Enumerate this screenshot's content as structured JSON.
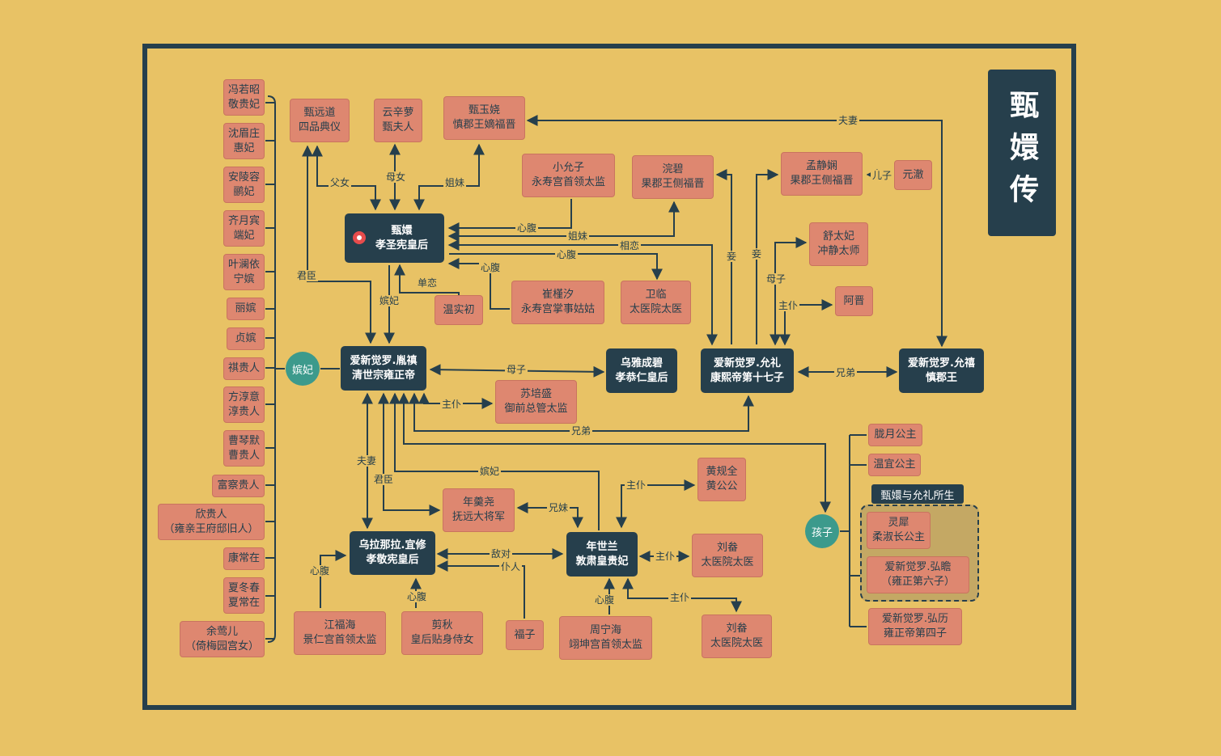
{
  "title": "甄嬛传",
  "colors": {
    "background": "#e8c265",
    "dark": "#263f4c",
    "pink": "#de8770",
    "teal": "#3c9a8c",
    "group": "#c4a864"
  },
  "hubs": {
    "concubines": "嫔妃",
    "children": "孩子"
  },
  "children_group": {
    "title": "甄嬛与允礼所生"
  },
  "concubines": [
    {
      "name": "冯若昭",
      "title": "敬贵妃"
    },
    {
      "name": "沈眉庄",
      "title": "惠妃"
    },
    {
      "name": "安陵容",
      "title": "鹂妃"
    },
    {
      "name": "齐月宾",
      "title": "端妃"
    },
    {
      "name": "叶澜依",
      "title": "宁嫔"
    },
    {
      "name": "丽嫔",
      "title": ""
    },
    {
      "name": "贞嫔",
      "title": ""
    },
    {
      "name": "祺贵人",
      "title": ""
    },
    {
      "name": "方淳意",
      "title": "淳贵人"
    },
    {
      "name": "曹琴默",
      "title": "曹贵人"
    },
    {
      "name": "富察贵人",
      "title": ""
    },
    {
      "name": "欣贵人",
      "title": "（雍亲王府邸旧人）"
    },
    {
      "name": "康常在",
      "title": ""
    },
    {
      "name": "夏冬春",
      "title": "夏常在"
    },
    {
      "name": "余莺儿",
      "title": "（倚梅园宫女）"
    }
  ],
  "people": {
    "zhenyuandao": {
      "name": "甄远道",
      "title": "四品典仪"
    },
    "yunxinluo": {
      "name": "云辛萝",
      "title": "甄夫人"
    },
    "zhenyurao": {
      "name": "甄玉娆",
      "title": "慎郡王嫡福晋"
    },
    "xiaoyunzi": {
      "name": "小允子",
      "title": "永寿宫首领太监"
    },
    "huanbi": {
      "name": "浣碧",
      "title": "果郡王侧福晋"
    },
    "mengjingxian": {
      "name": "孟静娴",
      "title": "果郡王侧福晋"
    },
    "yuanche": {
      "name": "元澈",
      "title": ""
    },
    "zhenhuan": {
      "name": "甄嬛",
      "title": "孝圣宪皇后"
    },
    "shutaifei": {
      "name": "舒太妃",
      "title": "冲静太师"
    },
    "ajin": {
      "name": "阿晋",
      "title": ""
    },
    "wenshichu": {
      "name": "温实初",
      "title": ""
    },
    "cuijinxi": {
      "name": "崔槿汐",
      "title": "永寿宫掌事姑姑"
    },
    "weilin": {
      "name": "卫临",
      "title": "太医院太医"
    },
    "yinzhen": {
      "name": "爱新觉罗.胤禛",
      "title": "清世宗雍正帝"
    },
    "wuyachengbi": {
      "name": "乌雅成碧",
      "title": "孝恭仁皇后"
    },
    "yunli": {
      "name": "爱新觉罗.允礼",
      "title": "康熙帝第十七子"
    },
    "yunxi": {
      "name": "爱新觉罗.允禧",
      "title": "慎郡王"
    },
    "supeisheng": {
      "name": "苏培盛",
      "title": "御前总管太监"
    },
    "huangguiquan": {
      "name": "黄规全",
      "title": "黄公公"
    },
    "niangengyao": {
      "name": "年羹尧",
      "title": "抚远大将军"
    },
    "yixiu": {
      "name": "乌拉那拉.宜修",
      "title": "孝敬宪皇后"
    },
    "nianshilan": {
      "name": "年世兰",
      "title": "敦肃皇贵妃"
    },
    "liuyu1": {
      "name": "刘畚",
      "title": "太医院太医"
    },
    "jiangfuhai": {
      "name": "江福海",
      "title": "景仁宫首领太监"
    },
    "jianqiu": {
      "name": "剪秋",
      "title": "皇后贴身侍女"
    },
    "fuzi": {
      "name": "福子",
      "title": ""
    },
    "zhouninghai": {
      "name": "周宁海",
      "title": "翊坤宫首领太监"
    },
    "liuyu2": {
      "name": "刘畚",
      "title": "太医院太医"
    },
    "longyue": {
      "name": "胧月公主",
      "title": ""
    },
    "wenyi": {
      "name": "温宜公主",
      "title": ""
    },
    "lingxi": {
      "name": "灵犀",
      "title": "柔淑长公主"
    },
    "hongzhan": {
      "name": "爱新觉罗.弘瞻",
      "title": "（雍正第六子）"
    },
    "hongli": {
      "name": "爱新觉罗.弘历",
      "title": "雍正帝第四子"
    }
  },
  "relations": {
    "fuxi": "父女",
    "munv": "母女",
    "jiemei1": "姐妹",
    "xinfu1": "心腹",
    "jiemei2": "姐妹",
    "xiangzhi": "相恋",
    "xinfu2": "心腹",
    "xinfu3": "心腹",
    "danlian": "单恋",
    "junchen1": "君臣",
    "pinfei1": "嫔妃",
    "muzi1": "母子",
    "zhupu1": "主仆",
    "xiongdi1": "兄弟",
    "fuqi1": "夫妻",
    "qie1": "妾",
    "qie2": "妾",
    "erzi": "儿子",
    "muzi2": "母子",
    "zhupu2": "主仆",
    "xiongdi2": "兄弟",
    "fuqi2": "夫妻",
    "junchen2": "君臣",
    "pinfei2": "嫔妃",
    "xiongmei": "兄妹",
    "zhupu3": "主仆",
    "diduì": "敌对",
    "zhupu4": "主仆",
    "xinfu4": "心腹",
    "xinfu5": "心腹",
    "puren": "仆人",
    "xinfu6": "心腹",
    "zhupu5": "主仆"
  }
}
